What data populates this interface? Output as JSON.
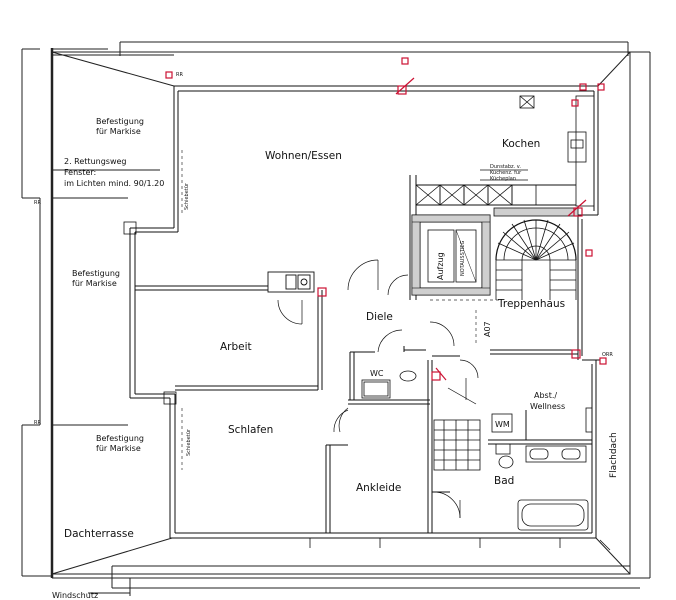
{
  "rooms": {
    "wohnen": "Wohnen/Essen",
    "kochen": "Kochen",
    "arbeit": "Arbeit",
    "diele": "Diele",
    "treppenhaus": "Treppenhaus",
    "schlafen": "Schlafen",
    "ankleide": "Ankleide",
    "bad": "Bad",
    "wc": "WC",
    "abst_line1": "Abst./",
    "abst_line2": "Wellness",
    "flachdach": "Flachdach",
    "dachterrasse": "Dachterrasse",
    "aufzug": "Aufzug"
  },
  "notes": {
    "markise_top_1": "Befestigung",
    "markise_top_2": "für Markise",
    "markise_mid_1": "Befestigung",
    "markise_mid_2": "für Markise",
    "markise_bot_1": "Befestigung",
    "markise_bot_2": "für Markise",
    "rettungsweg_1": "2. Rettungsweg",
    "rettungsweg_2": "Fenster:",
    "rettungsweg_3": "im Lichten mind. 90/1.20",
    "windschutz": "Windschutz",
    "schiebetuer_1": "Schiebetür",
    "schiebetuer_2": "Schiebetür",
    "a07": "A07",
    "wm": "WM",
    "rr1": "RR",
    "rr2": "RR",
    "rr3": "RR",
    "orr": "ORR",
    "notausstieg": "NOTAUSSTIEG",
    "kitchen_note_1": "Dunstabz. v.",
    "kitchen_note_2": "Küchenz. für",
    "kitchen_note_3": "Kücheplan"
  },
  "colors": {
    "wall": "#111111",
    "marker": "#cc1133",
    "line": "#222222"
  }
}
